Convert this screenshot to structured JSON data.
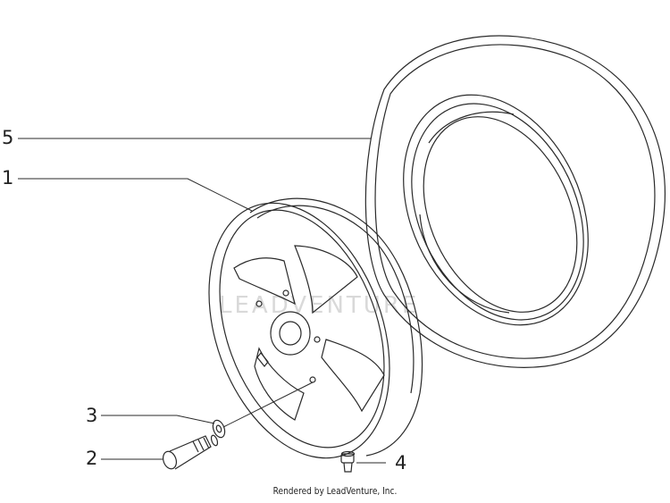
{
  "callouts": {
    "c1": "1",
    "c2": "2",
    "c3": "3",
    "c4": "4",
    "c5": "5"
  },
  "watermark": "LEADVENTURE",
  "footer": "Rendered by LeadVenture, Inc.",
  "colors": {
    "line": "#2a2a2a",
    "background": "#ffffff",
    "watermark": "#d9d9d9"
  }
}
